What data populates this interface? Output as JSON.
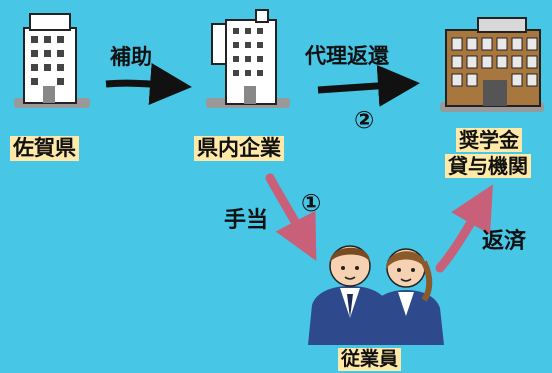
{
  "nodes": {
    "saga": "佐賀県",
    "company": "県内企業",
    "lender_line1": "奨学金",
    "lender_line2": "貸与機関",
    "employee": "従業員"
  },
  "edges": {
    "subsidy": "補助",
    "proxy_repay": "代理返還",
    "allowance": "手当",
    "repay": "返済"
  },
  "steps": {
    "one": "①",
    "two": "②"
  },
  "colors": {
    "background": "#47c6e6",
    "label_highlight": "#ffe9a8",
    "arrow_dark": "#111111",
    "arrow_pink": "#c9607a",
    "suit": "#2e4a8c"
  }
}
